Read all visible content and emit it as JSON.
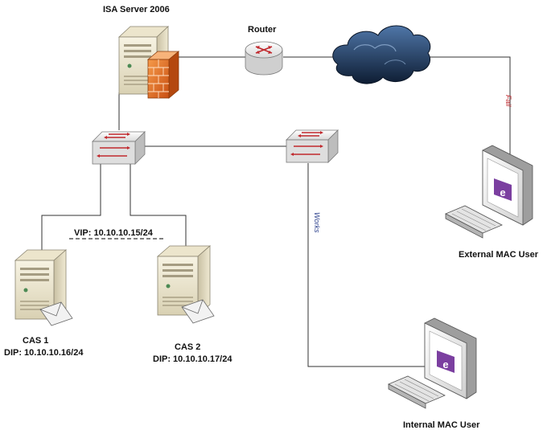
{
  "nodes": {
    "isa_server": {
      "label": "ISA Server 2006"
    },
    "router": {
      "label": "Router"
    },
    "cas1": {
      "name": "CAS 1",
      "dip": "DIP: 10.10.10.16/24"
    },
    "cas2": {
      "name": "CAS 2",
      "dip": "DIP: 10.10.10.17/24"
    },
    "vip": {
      "label": "VIP: 10.10.10.15/24"
    },
    "external_user": {
      "label": "External MAC User"
    },
    "internal_user": {
      "label": "Internal MAC User"
    }
  },
  "edges": {
    "fail": {
      "label": "Fail",
      "color": "#c0282d"
    },
    "works": {
      "label": "Works",
      "color": "#2b3f8c"
    }
  },
  "colors": {
    "line": "#333333",
    "firewall": "#e8691d",
    "cloud": "#1b3150",
    "app_icon": "#7b3fa0"
  },
  "icons": [
    "server-icon",
    "firewall-icon",
    "router-icon",
    "cloud-icon",
    "switch-icon",
    "monitor-icon",
    "keyboard-icon",
    "envelope-icon"
  ]
}
